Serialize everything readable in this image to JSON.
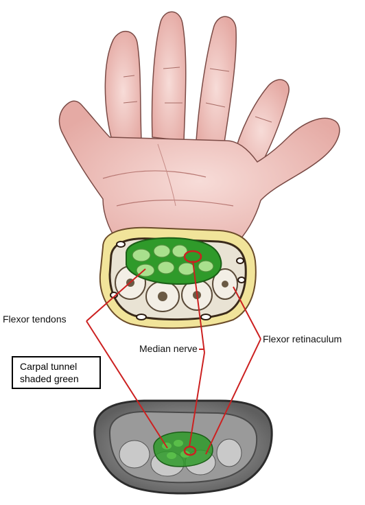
{
  "labels": {
    "flexor_tendons": "Flexor tendons",
    "median_nerve": "Median nerve",
    "flexor_retinaculum": "Flexor retinaculum"
  },
  "callout": {
    "line1": "Carpal tunnel",
    "line2": "shaded green"
  },
  "colors": {
    "skin": "#f2c8c4",
    "skin_shadow": "#d99a95",
    "fat": "#f1e49a",
    "carpal_tunnel": "#2f9a2a",
    "tendon": "#a9e08d",
    "bone": "#efeae0",
    "pointer_line": "#cc2020",
    "mri_gray": "#8a8a8a"
  },
  "icons": [
    "hand-illustration",
    "wrist-cross-section-icon",
    "mri-cross-section-icon",
    "median-nerve-marker-icon"
  ]
}
